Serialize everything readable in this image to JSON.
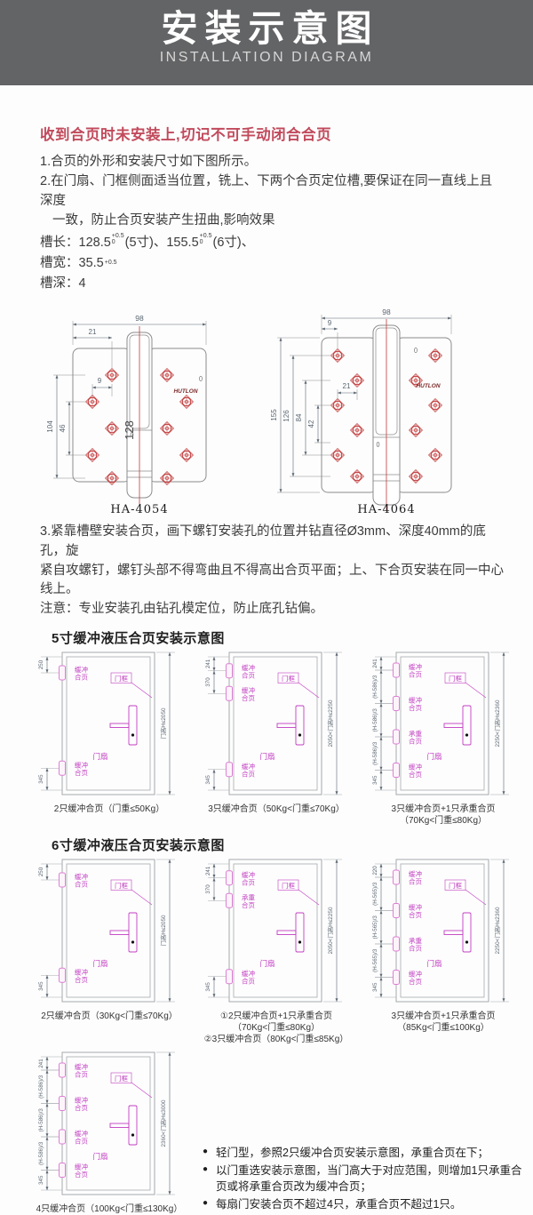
{
  "header": {
    "title_zh": "安装示意图",
    "title_en": "INSTALLATION DIAGRAM"
  },
  "colors": {
    "header_bg": "#636466",
    "warning_red": "#c14a5c",
    "magenta": "#c23fc2",
    "hinge_pink": "#dc7fd4",
    "drawing_red": "#c23b3b",
    "door_line": "#a5a9ad",
    "dim_text": "#5a6672",
    "outline_gray": "#8c8c8c",
    "logo_red": "#7c2a2a"
  },
  "intro": {
    "warning": "收到合页时未安装上,切记不可手动闭合合页",
    "step1": "1.合页的外形和安装尺寸如下图所示。",
    "step2_line1": "2.在门扇、门框侧面适当位置，铣上、下两个合页定位槽,要保证在同一直线上且深度",
    "step2_line2": "一致，防止合页安装产生扭曲,影响效果",
    "slot_length": {
      "label": "槽长：",
      "items": [
        {
          "value": "128.5",
          "sup": "+0.5",
          "sub": "0",
          "suffix": "(5寸)、"
        },
        {
          "value": "155.5",
          "sup": "+0.5",
          "sub": "0",
          "suffix": "(6寸)、"
        }
      ]
    },
    "slot_width": {
      "label": "槽宽：",
      "value": "35.5",
      "sup": "+0.5",
      "sub": ""
    },
    "slot_depth": {
      "label": "槽深：",
      "value": "4"
    }
  },
  "hinge_figures": [
    {
      "model": "HA-4054",
      "logo": "HUTLON",
      "kind": "A",
      "dims": {
        "width": "98",
        "hole_offset": "21",
        "hole_gap": "9",
        "hole_span": "104",
        "inner_span": "46",
        "barrel_len": "128"
      }
    },
    {
      "model": "HA-4064",
      "logo": "HUTLON",
      "kind": "B",
      "dims": {
        "width": "98",
        "edge": "9",
        "hole_gap": "21",
        "total": "155",
        "hole_span": "126",
        "mid_span": "84",
        "inner_span": "42"
      }
    }
  ],
  "step3": {
    "line1": "3.紧靠槽壁安装合页，画下螺钉安装孔的位置并钻直径Ø3mm、深度40mm的底孔，旋",
    "line2": "紧自攻螺钉，螺钉头部不得弯曲且不得高出合页平面；上、下合页安装在同一中心线上。",
    "line3": "注意：专业安装孔由钻孔模定位，防止底孔钻偏。"
  },
  "door_common": {
    "frame_label": "门框",
    "leaf_label": "门扇"
  },
  "sections": [
    {
      "heading": "5寸缓冲液压合页安装示意图",
      "doors": [
        {
          "height_label": "门高H≤2050",
          "hinges": [
            {
              "y": 0.12,
              "label": "缓冲合页"
            },
            {
              "y": 0.835,
              "label": "缓冲合页"
            }
          ],
          "left_dims": [
            {
              "a": 0,
              "b": 0.12,
              "text": "250"
            },
            {
              "a": 0.835,
              "b": 1,
              "text": "345"
            }
          ],
          "caption": [
            "2只缓冲合页（门重≤50Kg）"
          ]
        },
        {
          "height_label": "2050<门高H≤2250",
          "hinges": [
            {
              "y": 0.105,
              "label": "缓冲合页"
            },
            {
              "y": 0.275,
              "label": "缓冲合页"
            },
            {
              "y": 0.845,
              "label": "缓冲合页"
            }
          ],
          "left_dims": [
            {
              "a": 0,
              "b": 0.105,
              "text": "241"
            },
            {
              "a": 0.105,
              "b": 0.275,
              "text": "370"
            },
            {
              "a": 0.845,
              "b": 1,
              "text": "345"
            }
          ],
          "caption": [
            "3只缓冲合页（50Kg<门重≤70Kg）"
          ]
        },
        {
          "height_label": "2250<门高H≤2360",
          "hinges": [
            {
              "y": 0.1,
              "label": "缓冲合页"
            },
            {
              "y": 0.35,
              "label": "缓冲合页"
            },
            {
              "y": 0.6,
              "label": "承重合页"
            },
            {
              "y": 0.85,
              "label": "缓冲合页"
            }
          ],
          "left_dims": [
            {
              "a": 0,
              "b": 0.1,
              "text": "241"
            },
            {
              "a": 0.1,
              "b": 0.35,
              "text": "(H-586)/3"
            },
            {
              "a": 0.35,
              "b": 0.6,
              "text": "(H-586)/3"
            },
            {
              "a": 0.6,
              "b": 0.85,
              "text": "(H-586)/3"
            },
            {
              "a": 0.85,
              "b": 1,
              "text": "345"
            }
          ],
          "caption": [
            "3只缓冲合页+1只承重合页",
            "（70Kg<门重≤80Kg）"
          ]
        }
      ]
    },
    {
      "heading": "6寸缓冲液压合页安装示意图",
      "doors": [
        {
          "height_label": "门高H≤2050",
          "hinges": [
            {
              "y": 0.12,
              "label": "缓冲合页"
            },
            {
              "y": 0.835,
              "label": "缓冲合页"
            }
          ],
          "left_dims": [
            {
              "a": 0,
              "b": 0.12,
              "text": "250"
            },
            {
              "a": 0.835,
              "b": 1,
              "text": "345"
            }
          ],
          "caption": [
            "2只缓冲合页（30Kg<门重≤70Kg）"
          ]
        },
        {
          "height_label": "2050<门高H≤2250",
          "hinges": [
            {
              "y": 0.105,
              "label": "缓冲合页"
            },
            {
              "y": 0.275,
              "label": "承重合页"
            },
            {
              "y": 0.845,
              "label": "缓冲合页"
            }
          ],
          "left_dims": [
            {
              "a": 0,
              "b": 0.105,
              "text": "241"
            },
            {
              "a": 0.105,
              "b": 0.275,
              "text": "370"
            },
            {
              "a": 0.845,
              "b": 1,
              "text": "345"
            }
          ],
          "caption": [
            "①2只缓冲合页+1只承重合页",
            "（70Kg<门重≤80Kg）",
            "②3只缓冲合页（80Kg<门重≤85Kg）"
          ]
        },
        {
          "height_label": "2250<门高H≤2360",
          "hinges": [
            {
              "y": 0.1,
              "label": "缓冲合页"
            },
            {
              "y": 0.35,
              "label": "缓冲合页"
            },
            {
              "y": 0.6,
              "label": "承重合页"
            },
            {
              "y": 0.85,
              "label": "缓冲合页"
            }
          ],
          "left_dims": [
            {
              "a": 0,
              "b": 0.1,
              "text": "220"
            },
            {
              "a": 0.1,
              "b": 0.35,
              "text": "(H-565)/3"
            },
            {
              "a": 0.35,
              "b": 0.6,
              "text": "(H-565)/3"
            },
            {
              "a": 0.6,
              "b": 0.85,
              "text": "(H-565)/3"
            },
            {
              "a": 0.85,
              "b": 1,
              "text": "345"
            }
          ],
          "caption": [
            "3只缓冲合页+1只承重合页",
            "（85Kg<门重≤100Kg）"
          ]
        }
      ]
    }
  ],
  "bottom": {
    "door": {
      "height_label": "2360<门高H≤3000",
      "hinges": [
        {
          "y": 0.1,
          "label": "缓冲合页"
        },
        {
          "y": 0.35,
          "label": "缓冲合页"
        },
        {
          "y": 0.6,
          "label": "缓冲合页"
        },
        {
          "y": 0.85,
          "label": "缓冲合页"
        }
      ],
      "left_dims": [
        {
          "a": 0,
          "b": 0.1,
          "text": "241"
        },
        {
          "a": 0.1,
          "b": 0.35,
          "text": "(H-586)/3"
        },
        {
          "a": 0.35,
          "b": 0.6,
          "text": "(H-586)/3"
        },
        {
          "a": 0.6,
          "b": 0.85,
          "text": "(H-586)/3"
        },
        {
          "a": 0.85,
          "b": 1,
          "text": "345"
        }
      ],
      "caption": [
        "4只缓冲合页（100Kg<门重≤130Kg）"
      ]
    },
    "notes": [
      "轻门型，参照2只缓冲合页安装示意图，承重合页在下；",
      "以门重选安装示意图，当门高大于对应范围，则增加1只承重合页或将承重合页改为缓冲合页；",
      "每扇门安装合页不超过4只，承重合页不超过1只。"
    ]
  }
}
